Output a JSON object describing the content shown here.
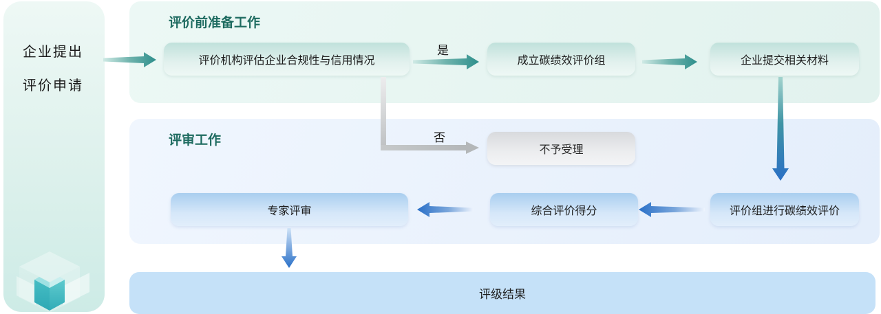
{
  "sidebar": {
    "line1": "企业提出",
    "line2": "评价申请"
  },
  "prep_panel": {
    "title": "评价前准备工作",
    "box_compliance": "评价机构评估企业合规性与信用情况",
    "box_team": "成立碳绩效评价组",
    "box_materials": "企业提交相关材料"
  },
  "review_panel": {
    "title": "评审工作",
    "box_reject": "不予受理",
    "box_expert": "专家评审",
    "box_score": "综合评价得分",
    "box_evaluate": "评价组进行碳绩效评价"
  },
  "result_bar": {
    "label": "评级结果"
  },
  "branch_labels": {
    "yes": "是",
    "no": "否"
  },
  "colors": {
    "title_teal": "#1e6b60",
    "arrow_teal": "#2e8f8c",
    "arrow_blue": "#2a70c8",
    "arrow_gray": "#b7babd",
    "cube_teal": "#3ab5bf",
    "result_bar_blue": "#c5e1f8"
  }
}
